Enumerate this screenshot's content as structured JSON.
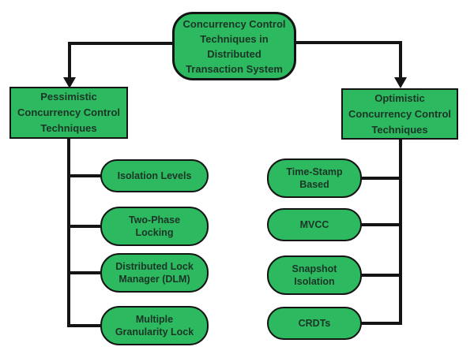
{
  "theme": {
    "node-fill": "#2cb95f",
    "node-border": "#141414",
    "line-color": "#141414",
    "text-color": "#1c3526",
    "background": "#ffffff"
  },
  "diagram": {
    "root": {
      "label": "Concurrency Control Techniques in Distributed Transaction System",
      "lines": [
        "Concurrency Control",
        "Techniques in",
        "Distributed",
        "Transaction System"
      ]
    },
    "left_branch": {
      "label": "Pessimistic Concurrency Control Techniques",
      "lines": [
        "Pessimistic",
        "Concurrency Control",
        "Techniques"
      ],
      "children": [
        {
          "label": "Isolation Levels",
          "lines": [
            "Isolation Levels"
          ]
        },
        {
          "label": "Two-Phase Locking",
          "lines": [
            "Two-Phase",
            "Locking"
          ]
        },
        {
          "label": "Distributed Lock Manager (DLM)",
          "lines": [
            "Distributed Lock",
            "Manager (DLM)"
          ]
        },
        {
          "label": "Multiple Granularity Lock",
          "lines": [
            "Multiple",
            "Granularity Lock"
          ]
        }
      ]
    },
    "right_branch": {
      "label": "Optimistic Concurrency Control Techniques",
      "lines": [
        "Optimistic",
        "Concurrency Control",
        "Techniques"
      ],
      "children": [
        {
          "label": "Time-Stamp Based",
          "lines": [
            "Time-Stamp",
            "Based"
          ]
        },
        {
          "label": "MVCC",
          "lines": [
            "MVCC"
          ]
        },
        {
          "label": "Snapshot Isolation",
          "lines": [
            "Snapshot",
            "Isolation"
          ]
        },
        {
          "label": "CRDTs",
          "lines": [
            "CRDTs"
          ]
        }
      ]
    }
  }
}
